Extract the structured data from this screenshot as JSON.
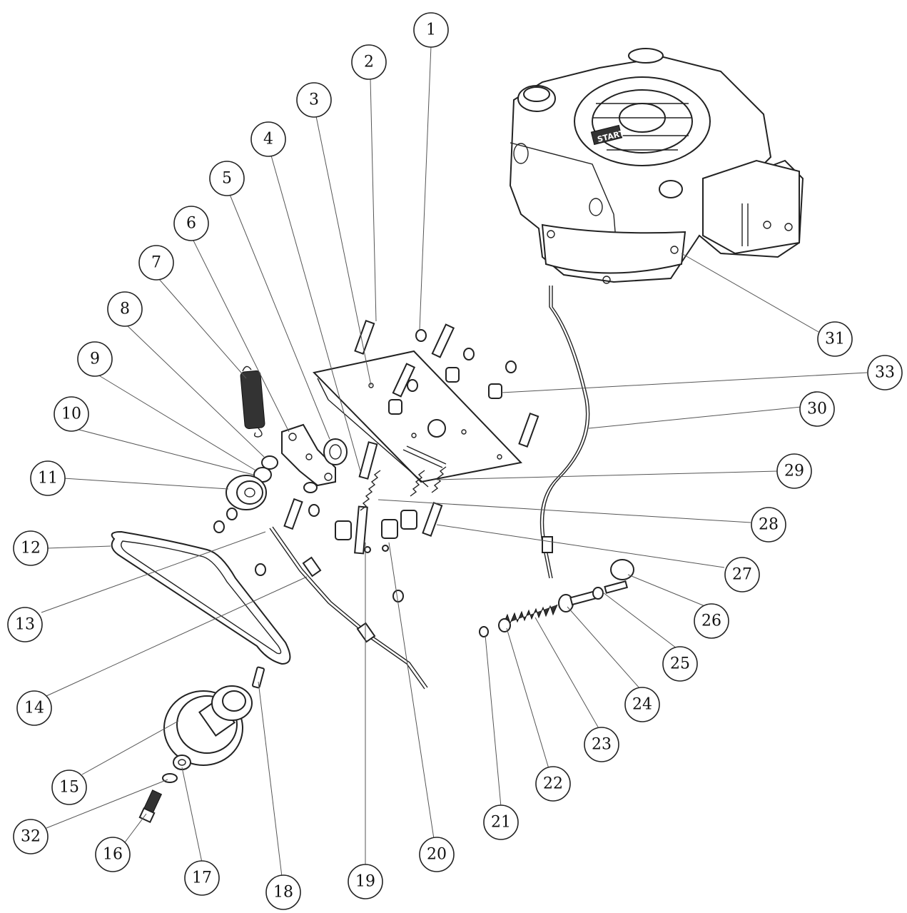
{
  "engine_label": "START",
  "callouts": [
    {
      "id": 1,
      "label": "1"
    },
    {
      "id": 2,
      "label": "2"
    },
    {
      "id": 3,
      "label": "3"
    },
    {
      "id": 4,
      "label": "4"
    },
    {
      "id": 5,
      "label": "5"
    },
    {
      "id": 6,
      "label": "6"
    },
    {
      "id": 7,
      "label": "7"
    },
    {
      "id": 8,
      "label": "8"
    },
    {
      "id": 9,
      "label": "9"
    },
    {
      "id": 10,
      "label": "10"
    },
    {
      "id": 11,
      "label": "11"
    },
    {
      "id": 12,
      "label": "12"
    },
    {
      "id": 13,
      "label": "13"
    },
    {
      "id": 14,
      "label": "14"
    },
    {
      "id": 15,
      "label": "15"
    },
    {
      "id": 16,
      "label": "16"
    },
    {
      "id": 17,
      "label": "17"
    },
    {
      "id": 18,
      "label": "18"
    },
    {
      "id": 19,
      "label": "19"
    },
    {
      "id": 20,
      "label": "20"
    },
    {
      "id": 21,
      "label": "21"
    },
    {
      "id": 22,
      "label": "22"
    },
    {
      "id": 23,
      "label": "23"
    },
    {
      "id": 24,
      "label": "24"
    },
    {
      "id": 25,
      "label": "25"
    },
    {
      "id": 26,
      "label": "26"
    },
    {
      "id": 27,
      "label": "27"
    },
    {
      "id": 28,
      "label": "28"
    },
    {
      "id": 29,
      "label": "29"
    },
    {
      "id": 30,
      "label": "30"
    },
    {
      "id": 31,
      "label": "31"
    },
    {
      "id": 32,
      "label": "32"
    },
    {
      "id": 33,
      "label": "33"
    }
  ]
}
